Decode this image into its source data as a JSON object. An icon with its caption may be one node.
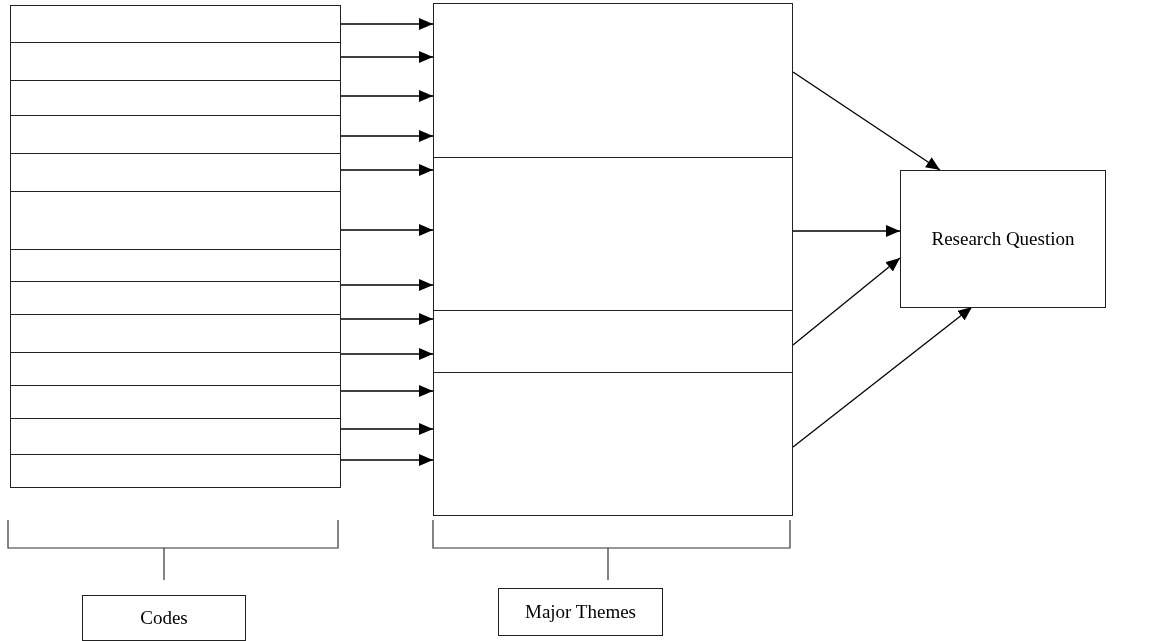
{
  "diagram": {
    "nodes": [
      {
        "text": [],
        "shape": "box"
      },
      {
        "text": [],
        "shape": "box"
      },
      {
        "text": [],
        "shape": "box"
      },
      {
        "text": [],
        "shape": "box"
      },
      {
        "text": [],
        "shape": "box"
      },
      {
        "text": [],
        "shape": "box"
      },
      {
        "text": [],
        "shape": "box"
      },
      {
        "text": [],
        "shape": "box"
      },
      {
        "text": [],
        "shape": "box"
      },
      {
        "text": [],
        "shape": "box"
      },
      {
        "text": [],
        "shape": "box"
      },
      {
        "text": [],
        "shape": "box"
      },
      {
        "text": [],
        "shape": "box"
      },
      {
        "text": [],
        "shape": "box"
      },
      {
        "text": [],
        "shape": "box"
      },
      {
        "text": [],
        "shape": "box"
      },
      {
        "text": [],
        "shape": "box"
      },
      {
        "text": [
          "Research Question"
        ]
      },
      {
        "text": [
          "Codes"
        ]
      },
      {
        "text": [
          "Major Themes"
        ]
      }
    ],
    "edges": [
      {
        "from": 0,
        "to": 13,
        "arrow": "to"
      },
      {
        "from": 1,
        "to": 13,
        "arrow": "to"
      },
      {
        "from": 2,
        "to": 13,
        "arrow": "to"
      },
      {
        "from": 3,
        "to": 13,
        "arrow": "to"
      },
      {
        "from": 4,
        "to": 14,
        "arrow": "to"
      },
      {
        "from": 5,
        "to": 14,
        "arrow": "to"
      },
      {
        "from": 7,
        "to": 14,
        "arrow": "to"
      },
      {
        "from": 8,
        "to": 15,
        "arrow": "to"
      },
      {
        "from": 9,
        "to": 15,
        "arrow": "to"
      },
      {
        "from": 10,
        "to": 16,
        "arrow": "to"
      },
      {
        "from": 11,
        "to": 16,
        "arrow": "to"
      },
      {
        "from": 12,
        "to": 16,
        "arrow": "to"
      },
      {
        "from": 13,
        "to": 17,
        "arrow": "to"
      },
      {
        "from": 14,
        "to": 17,
        "arrow": "to"
      },
      {
        "from": 15,
        "to": 17,
        "arrow": "to"
      },
      {
        "from": 16,
        "to": 17,
        "arrow": "to"
      }
    ]
  }
}
